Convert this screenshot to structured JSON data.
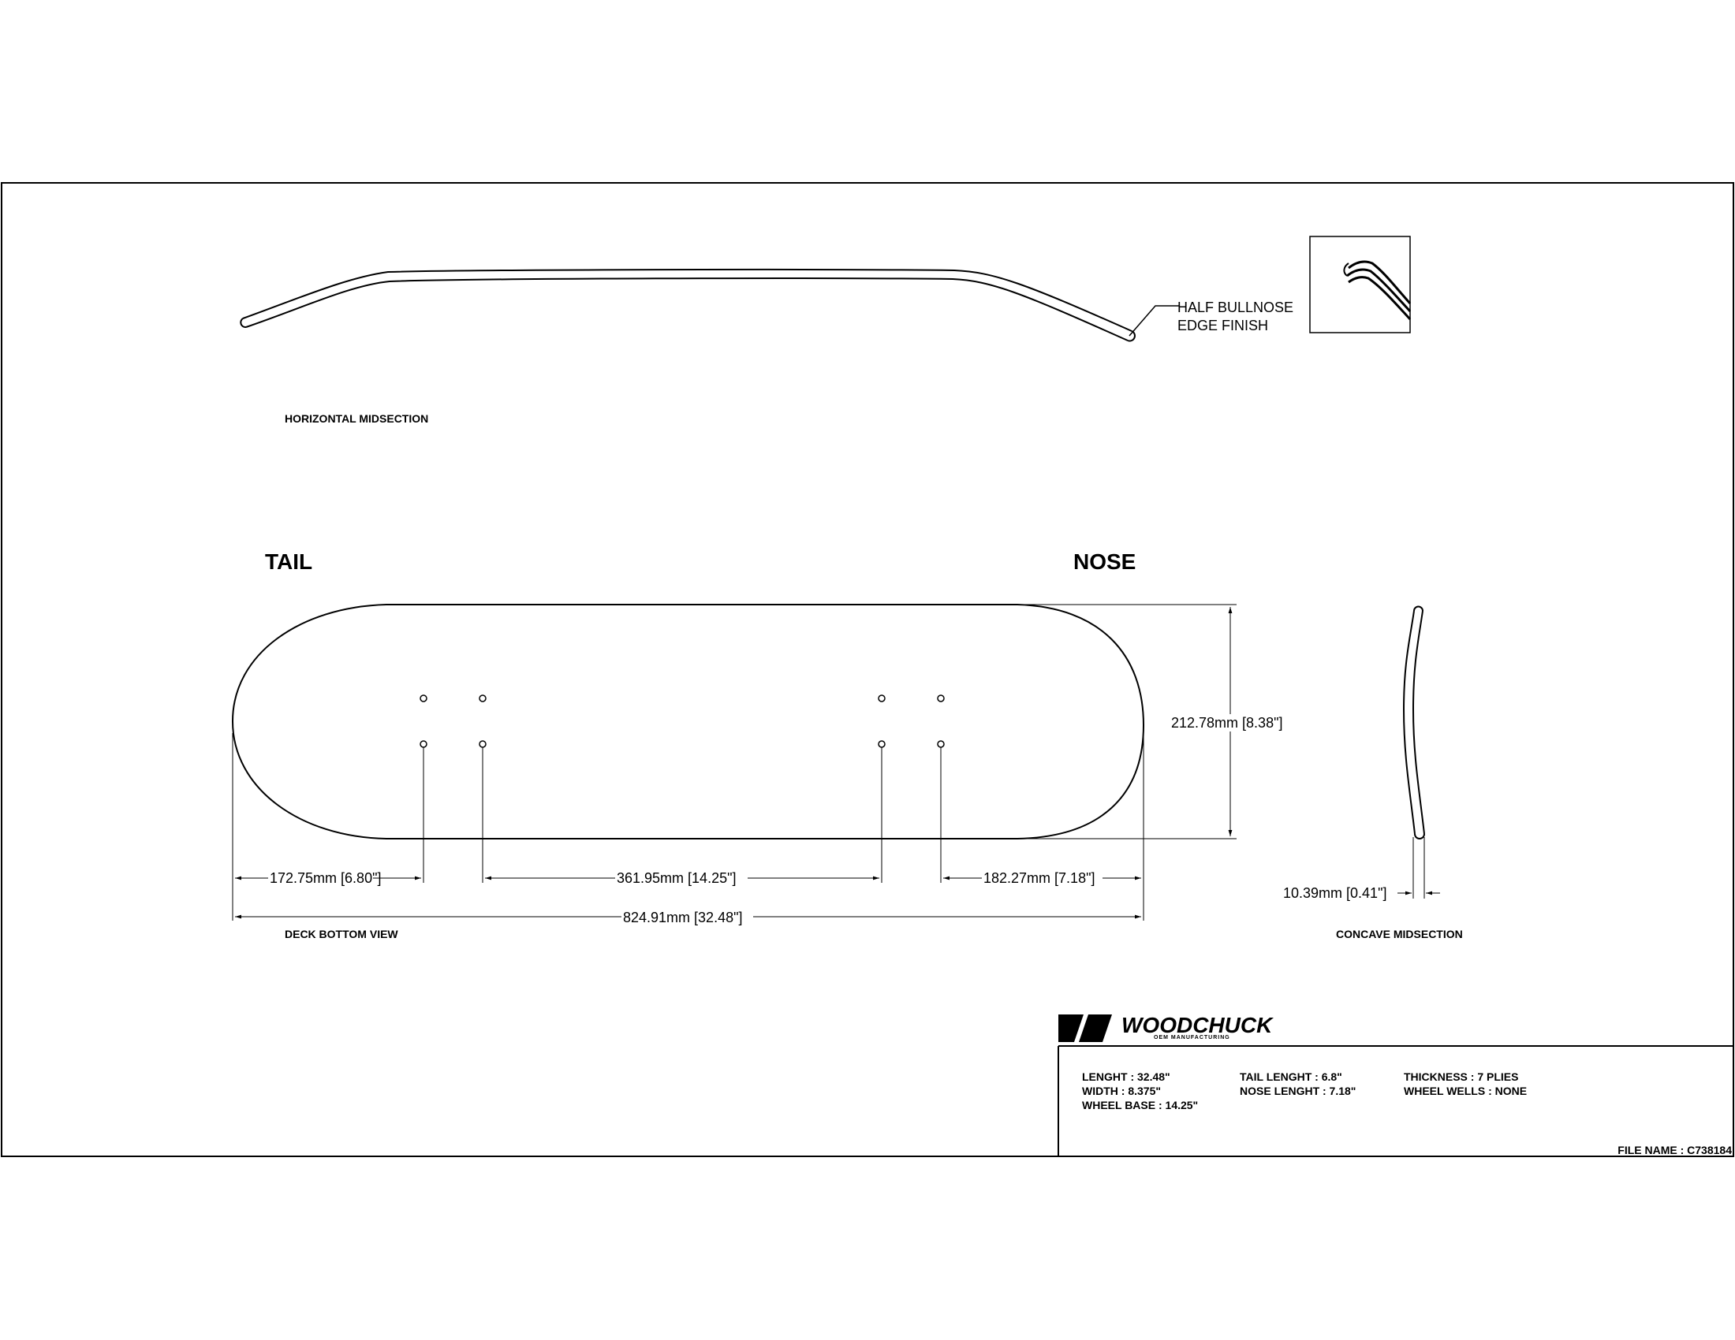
{
  "labels": {
    "horizontal_midsection": "HORIZONTAL MIDSECTION",
    "deck_bottom_view": "DECK BOTTOM VIEW",
    "concave_midsection": "CONCAVE  MIDSECTION",
    "tail": "TAIL",
    "nose": "NOSE",
    "edge_line1": "HALF BULLNOSE",
    "edge_line2": "EDGE FINISH"
  },
  "dimensions": {
    "width": "212.78mm [8.38\"]",
    "tail_length": "172.75mm [6.80\"]",
    "wheelbase": "361.95mm [14.25\"]",
    "nose_length": "182.27mm [7.18\"]",
    "overall_length": "824.91mm [32.48\"]",
    "thickness": "10.39mm [0.41\"]"
  },
  "logo": {
    "name": "WOODCHUCK",
    "tagline": "OEM MANUFACTURING"
  },
  "title_block": {
    "length": "LENGHT : 32.48\"",
    "width": "WIDTH : 8.375\"",
    "wheel_base": "WHEEL BASE : 14.25\"",
    "tail_length": "TAIL LENGHT : 6.8\"",
    "nose_length": "NOSE LENGHT : 7.18\"",
    "thickness": "THICKNESS : 7 PLIES",
    "wheel_wells": "WHEEL WELLS : NONE",
    "file_name": "FILE NAME : C738184"
  }
}
